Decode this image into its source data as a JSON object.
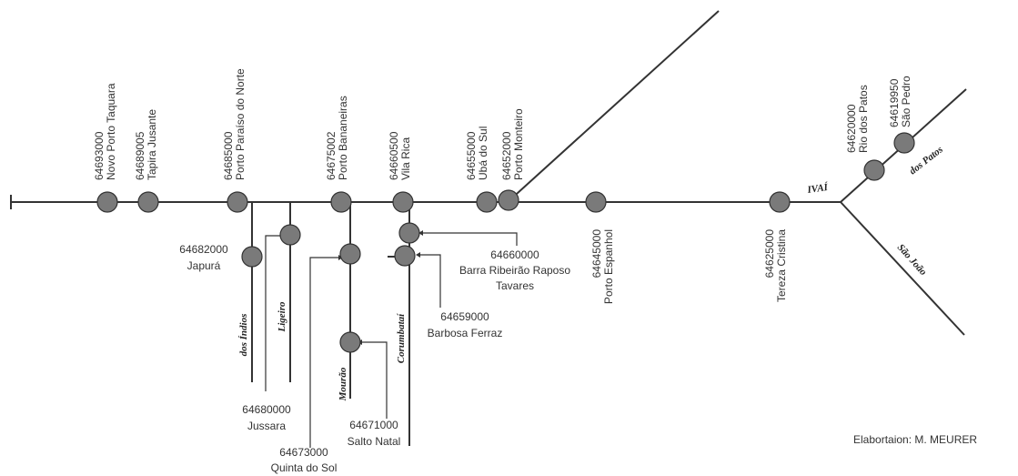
{
  "river_labels": {
    "main": "IVAÍ",
    "dos_patos": "dos Patos",
    "sao_joao": "São João",
    "dos_indios": "dos Índios",
    "ligeiro": "Ligeiro",
    "mourao": "Mourão",
    "corumbatai": "Corumbataí"
  },
  "stations": [
    {
      "code": "64693000",
      "name": "Novo Porto Taquara"
    },
    {
      "code": "64689005",
      "name": "Tapira Jusante"
    },
    {
      "code": "64685000",
      "name": "Porto Paraíso do Norte"
    },
    {
      "code": "64675002",
      "name": "Porto Bananeiras"
    },
    {
      "code": "64660500",
      "name": "Vila Rica"
    },
    {
      "code": "64655000",
      "name": "Ubá do Sul"
    },
    {
      "code": "64652000",
      "name": "Porto Monteiro"
    },
    {
      "code": "64645000",
      "name": "Porto Espanhol"
    },
    {
      "code": "64625000",
      "name": "Tereza Cristina"
    },
    {
      "code": "64620000",
      "name": "Rio dos Patos"
    },
    {
      "code": "64619950",
      "name": "São Pedro"
    },
    {
      "code": "64682000",
      "name": "Japurá"
    },
    {
      "code": "64680000",
      "name": "Jussara"
    },
    {
      "code": "64673000",
      "name": "Quinta do Sol"
    },
    {
      "code": "64671000",
      "name": "Salto Natal"
    },
    {
      "code": "64660000",
      "name": "Barra Ribeirão Raposo",
      "name2": "Tavares"
    },
    {
      "code": "64659000",
      "name": "Barbosa Ferraz"
    }
  ],
  "credit": "Elabortaion: M. MEURER"
}
